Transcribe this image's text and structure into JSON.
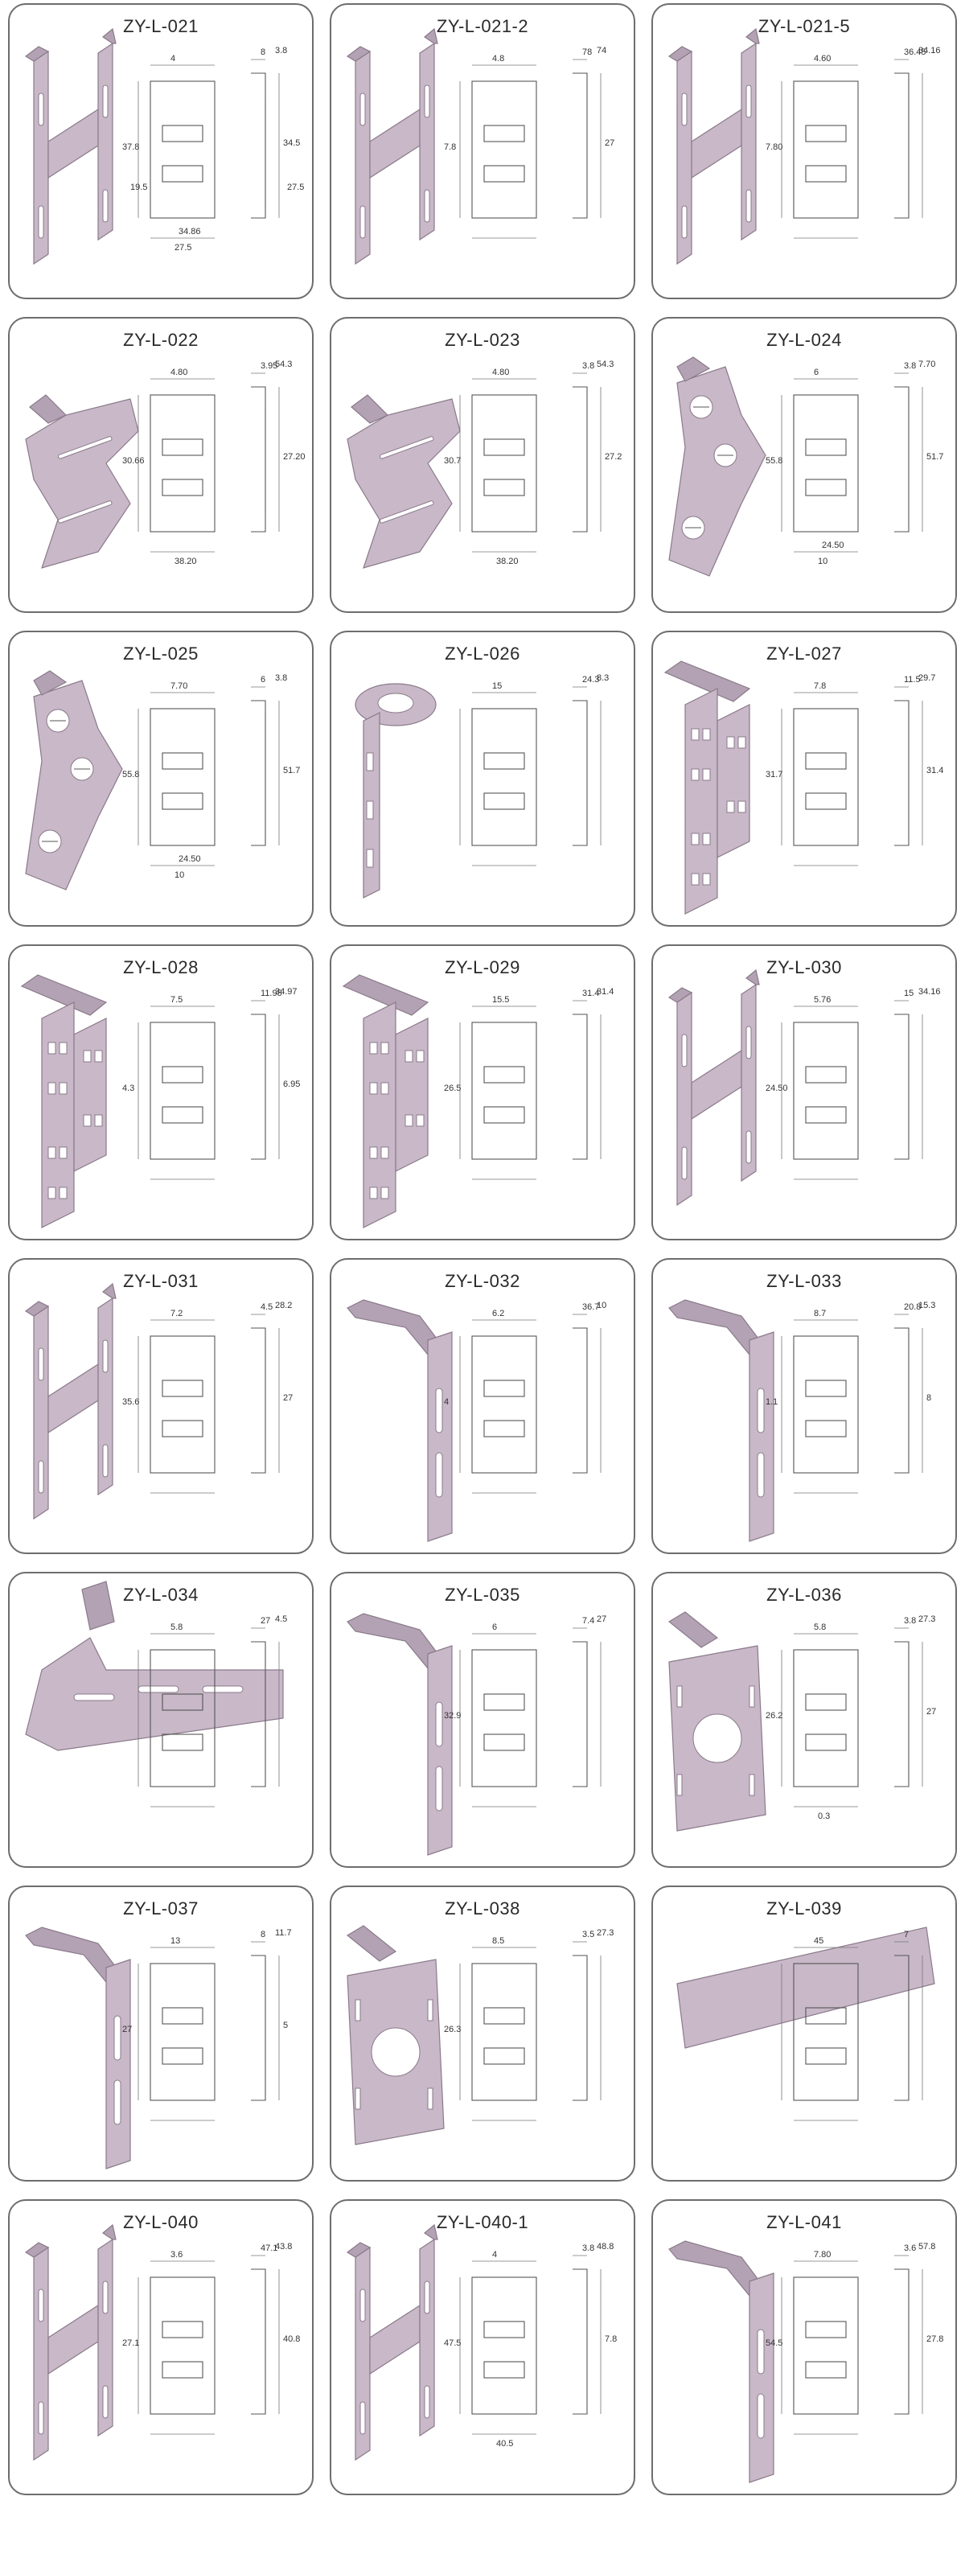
{
  "catalog": {
    "parts": [
      {
        "code": "ZY-L-021",
        "shape": "h",
        "dims": [
          "4",
          "8",
          "3.8",
          "37.8",
          "34.5",
          "27.5",
          "34.86",
          "19.5",
          "27.5"
        ]
      },
      {
        "code": "ZY-L-021-2",
        "shape": "h",
        "dims": [
          "4.8",
          "78",
          "74",
          "7.8",
          "27"
        ]
      },
      {
        "code": "ZY-L-021-5",
        "shape": "h",
        "dims": [
          "4.60",
          "36.45",
          "34.16",
          "7.80"
        ]
      },
      {
        "code": "ZY-L-022",
        "shape": "wing",
        "dims": [
          "4.80",
          "3.95",
          "54.3",
          "30.66",
          "27.20",
          "38.20"
        ]
      },
      {
        "code": "ZY-L-023",
        "shape": "wing",
        "dims": [
          "4.80",
          "3.8",
          "54.3",
          "30.7",
          "27.2",
          "38.20"
        ]
      },
      {
        "code": "ZY-L-024",
        "shape": "tri",
        "dims": [
          "6",
          "3.8",
          "7.70",
          "55.8",
          "51.7",
          "10",
          "24.50"
        ]
      },
      {
        "code": "ZY-L-025",
        "shape": "tri",
        "dims": [
          "7.70",
          "6",
          "3.8",
          "55.8",
          "51.7",
          "10",
          "24.50"
        ]
      },
      {
        "code": "ZY-L-026",
        "shape": "ring",
        "dims": [
          "15",
          "24.3",
          "8.3"
        ]
      },
      {
        "code": "ZY-L-027",
        "shape": "double",
        "dims": [
          "7.8",
          "11.5",
          "29.7",
          "31.7",
          "31.4"
        ]
      },
      {
        "code": "ZY-L-028",
        "shape": "double",
        "dims": [
          "7.5",
          "11.95",
          "34.97",
          "4.3",
          "6.95"
        ]
      },
      {
        "code": "ZY-L-029",
        "shape": "double",
        "dims": [
          "15.5",
          "31.4",
          "31.4",
          "26.5"
        ]
      },
      {
        "code": "ZY-L-030",
        "shape": "h",
        "dims": [
          "5.76",
          "15",
          "34.16",
          "24.50"
        ]
      },
      {
        "code": "ZY-L-031",
        "shape": "h",
        "dims": [
          "7.2",
          "4.5",
          "28.2",
          "35.6",
          "27"
        ]
      },
      {
        "code": "ZY-L-032",
        "shape": "strip",
        "dims": [
          "6.2",
          "36.7",
          "10",
          "4"
        ]
      },
      {
        "code": "ZY-L-033",
        "shape": "strip",
        "dims": [
          "8.7",
          "20.8",
          "15.3",
          "1.1",
          "8"
        ]
      },
      {
        "code": "ZY-L-034",
        "shape": "long",
        "dims": [
          "5.8",
          "27",
          "4.5"
        ]
      },
      {
        "code": "ZY-L-035",
        "shape": "strip",
        "dims": [
          "6",
          "7.4",
          "27",
          "32.9"
        ]
      },
      {
        "code": "ZY-L-036",
        "shape": "hole",
        "dims": [
          "5.8",
          "3.8",
          "27.3",
          "26.2",
          "27",
          "0.3"
        ]
      },
      {
        "code": "ZY-L-037",
        "shape": "strip",
        "dims": [
          "13",
          "8",
          "11.7",
          "27",
          "5"
        ]
      },
      {
        "code": "ZY-L-038",
        "shape": "hole",
        "dims": [
          "8.5",
          "3.5",
          "27.3",
          "26.3"
        ]
      },
      {
        "code": "ZY-L-039",
        "shape": "plate",
        "dims": [
          "45",
          "7"
        ]
      },
      {
        "code": "ZY-L-040",
        "shape": "h",
        "dims": [
          "3.6",
          "47.1",
          "43.8",
          "27.1",
          "40.8"
        ]
      },
      {
        "code": "ZY-L-040-1",
        "shape": "h",
        "dims": [
          "4",
          "3.8",
          "48.8",
          "47.5",
          "7.8",
          "40.5"
        ]
      },
      {
        "code": "ZY-L-041",
        "shape": "strip",
        "dims": [
          "7.80",
          "3.6",
          "57.8",
          "54.5",
          "27.8"
        ]
      }
    ]
  }
}
